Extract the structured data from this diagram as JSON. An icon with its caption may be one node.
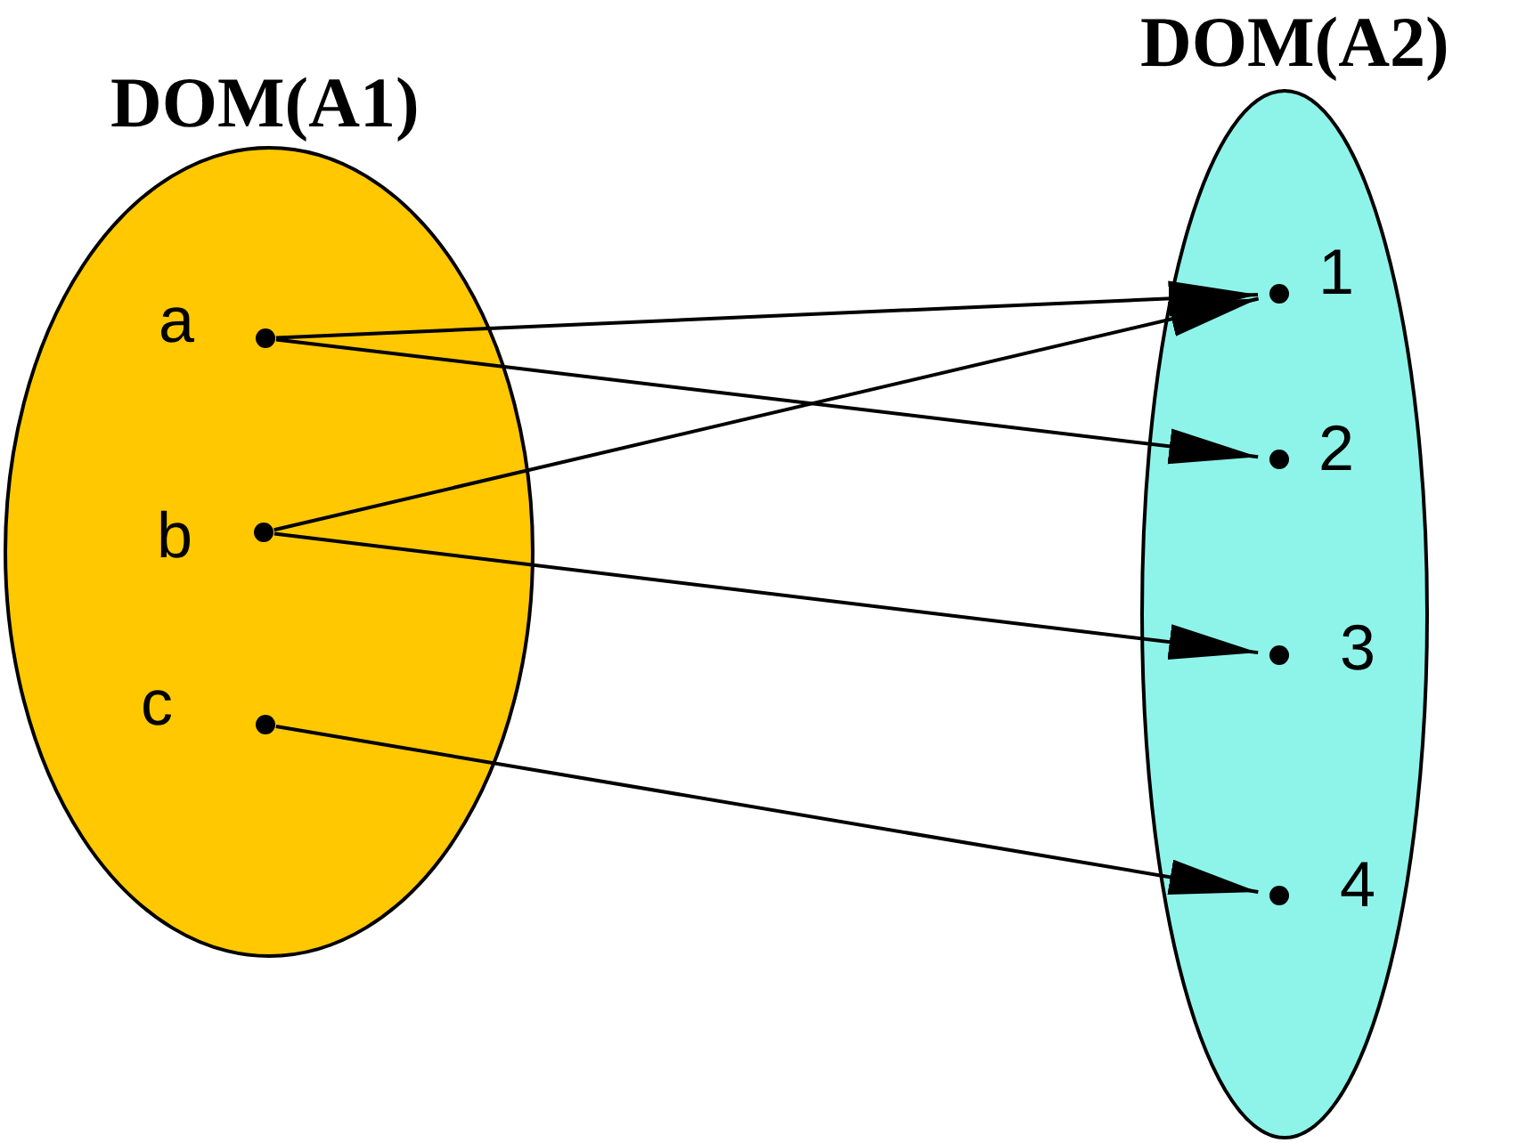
{
  "diagram": {
    "nodes": [
      {
        "text": [
          "DOM(A1)"
        ]
      },
      {
        "text": [
          "DOM(A2)"
        ]
      },
      {
        "text": [
          "a"
        ],
        "in": 0
      },
      {
        "text": [
          "b"
        ],
        "in": 0
      },
      {
        "text": [
          "c"
        ],
        "in": 0
      },
      {
        "text": [
          "1"
        ],
        "in": 1
      },
      {
        "text": [
          "2"
        ],
        "in": 1
      },
      {
        "text": [
          "3"
        ],
        "in": 1
      },
      {
        "text": [
          "4"
        ],
        "in": 1
      }
    ],
    "edges": [
      {
        "from": 2,
        "to": 5,
        "arrow": "to"
      },
      {
        "from": 2,
        "to": 6,
        "arrow": "to"
      },
      {
        "from": 3,
        "to": 5,
        "arrow": "to"
      },
      {
        "from": 3,
        "to": 7,
        "arrow": "to"
      },
      {
        "from": 4,
        "to": 8,
        "arrow": "to"
      }
    ]
  }
}
